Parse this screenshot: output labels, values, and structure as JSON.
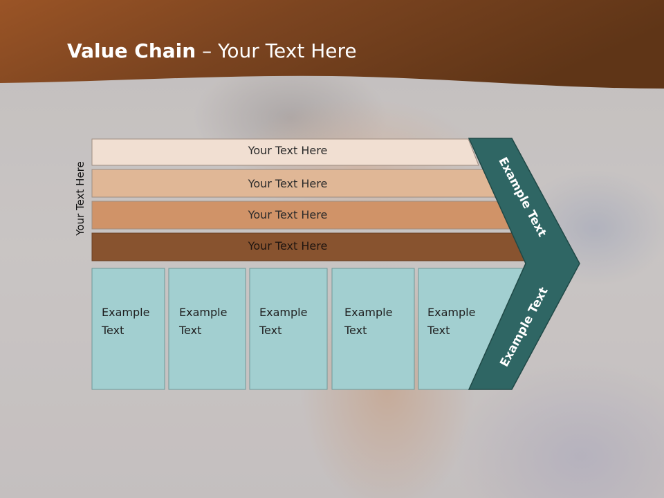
{
  "slide": {
    "title_bold": "Value Chain",
    "title_rest": " – Your Text Here",
    "vertical_label": "Your Text Here"
  },
  "bands": [
    {
      "label": "Your Text Here",
      "color": "#f1dfd2"
    },
    {
      "label": "Your Text Here",
      "color": "#e0b796"
    },
    {
      "label": "Your Text Here",
      "color": "#d09368"
    },
    {
      "label": "Your Text Here",
      "color": "#88532f"
    }
  ],
  "cells": [
    {
      "line1": "Example",
      "line2": "Text"
    },
    {
      "line1": "Example",
      "line2": "Text"
    },
    {
      "line1": "Example",
      "line2": "Text"
    },
    {
      "line1": "Example",
      "line2": "Text"
    },
    {
      "line1": "Example",
      "line2": "Text"
    }
  ],
  "chevron": {
    "upper_label": "Example Text",
    "lower_label": "Example Text",
    "color": "#2f6664"
  },
  "colors": {
    "header": "#7a4320",
    "cell_fill": "#a2cfd0"
  }
}
